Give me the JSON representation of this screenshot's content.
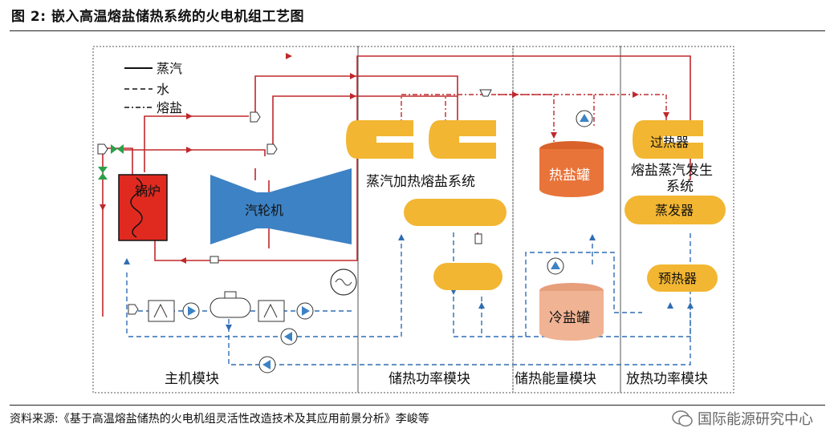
{
  "title": "图 2:  嵌入高温熔盐储热系统的火电机组工艺图",
  "legend": {
    "steam": "蒸汽",
    "water": "水",
    "salt": "熔盐"
  },
  "components": {
    "boiler": "锅炉",
    "turbine": "汽轮机",
    "steam_heating_system": "蒸汽加热熔盐系统",
    "hot_tank": "热盐罐",
    "cold_tank": "冷盐罐",
    "superheater": "过热器",
    "salt_steam_gen": "熔盐蒸汽发生",
    "salt_steam_gen_2": "系统",
    "evaporator": "蒸发器",
    "preheater": "预热器"
  },
  "modules": {
    "main": "主机模块",
    "storage_power": "储热功率模块",
    "storage_energy": "储热能量模块",
    "release_power": "放热功率模块"
  },
  "source": "资料来源:《基于高温熔盐储热的火电机组灵活性改造技术及其应用前景分析》李峻等",
  "watermark": "国际能源研究中心",
  "colors": {
    "steam": "#c0282c",
    "water": "#2f6db3",
    "salt": "#c0282c",
    "orange": "#f2b632",
    "boiler": "#e02a20",
    "turbine": "#3d82c4",
    "hot": "#e8743a",
    "cold": "#f0b394"
  }
}
